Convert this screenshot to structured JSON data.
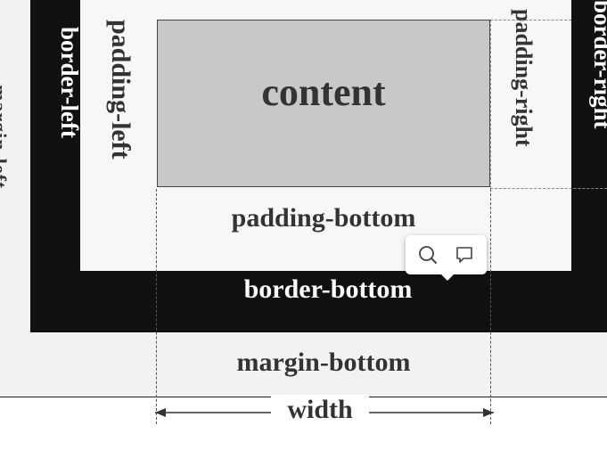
{
  "diagram": {
    "content": "content",
    "padding_left": "padding-left",
    "padding_right": "padding-right",
    "padding_bottom": "padding-bottom",
    "border_left": "border-left",
    "border_right": "border-right",
    "border_bottom": "border-bottom",
    "margin_left": "margin-left",
    "margin_bottom": "margin-bottom",
    "width": "width"
  },
  "toolbar": {
    "search_icon": "search-icon",
    "comment_icon": "comment-icon"
  },
  "colors": {
    "margin": "#f2f2f2",
    "border": "#111111",
    "padding": "#f7f7f7",
    "content": "#c8c8c8",
    "text_dark": "#333333",
    "text_light": "#ffffff"
  }
}
